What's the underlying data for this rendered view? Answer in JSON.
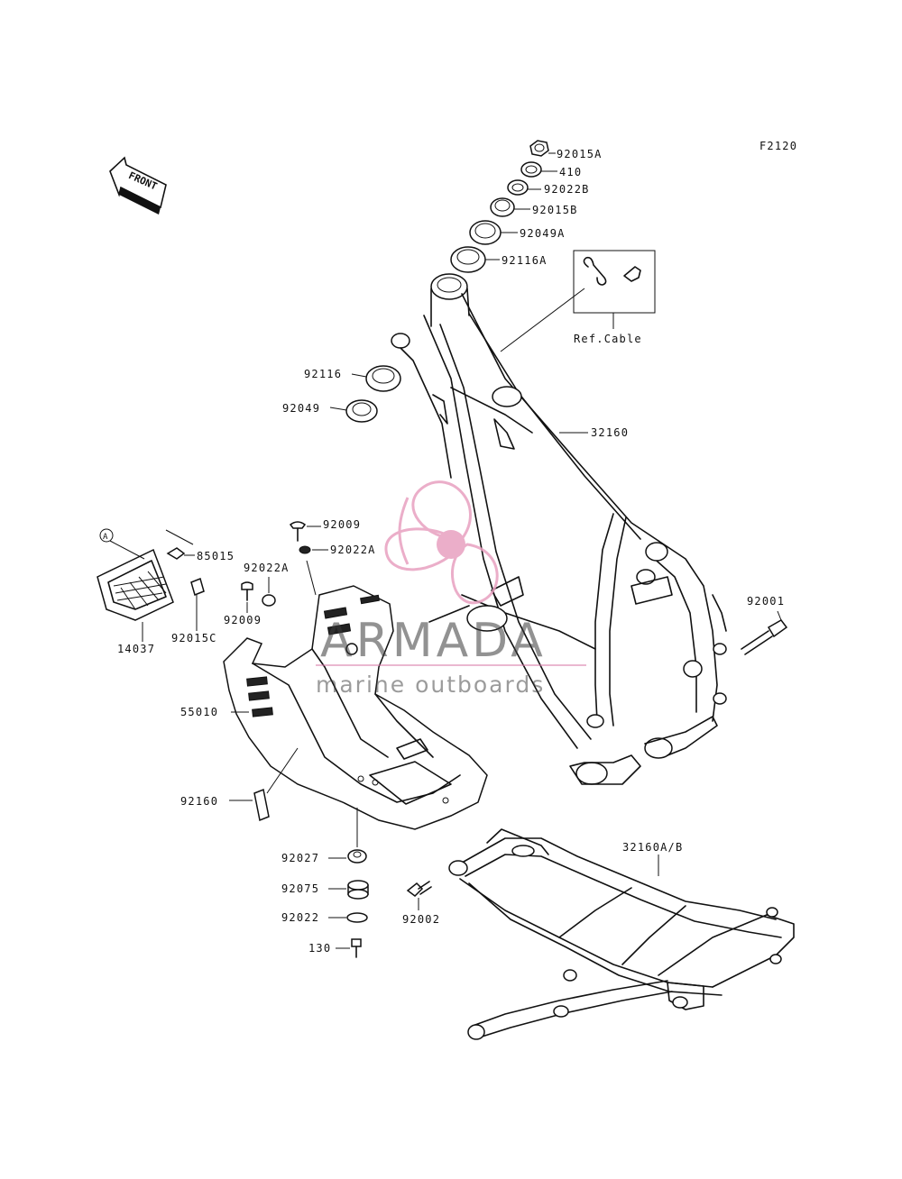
{
  "diagram": {
    "figure_code": "F2120",
    "front_marker": "FRONT",
    "callout_a": "A",
    "ref_note": "Ref.Cable",
    "labels": {
      "p92015A": "92015A",
      "p410": "410",
      "p92022B": "92022B",
      "p92015B": "92015B",
      "p92049A": "92049A",
      "p92116A": "92116A",
      "p92116": "92116",
      "p92049": "92049",
      "p32160": "32160",
      "p92009a": "92009",
      "p92022A_a": "92022A",
      "p85015": "85015",
      "p92022A_b": "92022A",
      "p92009b": "92009",
      "p92015C": "92015C",
      "p14037": "14037",
      "p92001": "92001",
      "p55010": "55010",
      "p92160": "92160",
      "p32160AB": "32160A/B",
      "p92027": "92027",
      "p92075": "92075",
      "p92002": "92002",
      "p92022": "92022",
      "p130": "130"
    }
  },
  "watermark": {
    "brand": "ARMADA",
    "tagline": "marine outboards",
    "colors": {
      "pink": "#e8a0c0",
      "pink_dark": "#d77aa8",
      "text": "#3a3a3a"
    }
  }
}
